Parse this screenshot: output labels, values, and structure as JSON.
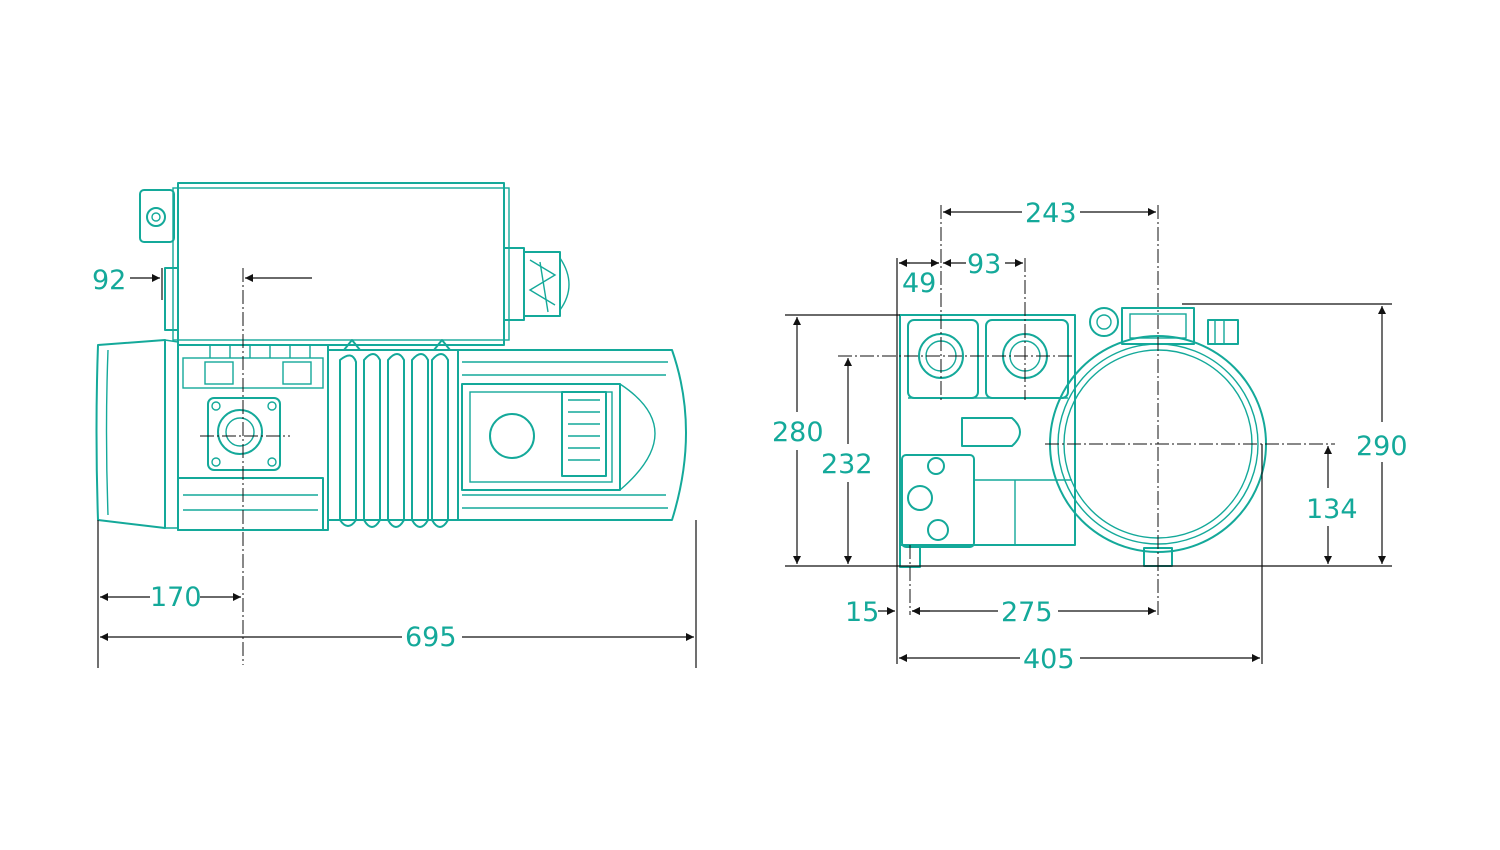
{
  "colors": {
    "outline": "#14a99a",
    "dimension_line": "#111111",
    "text": "#14a99a",
    "background": "#ffffff"
  },
  "dimensions": {
    "side_view": {
      "inlet_offset": "92",
      "inlet_from_end": "170",
      "overall_length": "695"
    },
    "front_view": {
      "top_width": "243",
      "port_offset": "49",
      "port_spacing": "93",
      "total_height_left": "280",
      "port_height": "232",
      "total_height_right": "290",
      "shaft_height": "134",
      "foot_offset": "15",
      "foot_to_shaft": "275",
      "overall_width": "405"
    }
  }
}
